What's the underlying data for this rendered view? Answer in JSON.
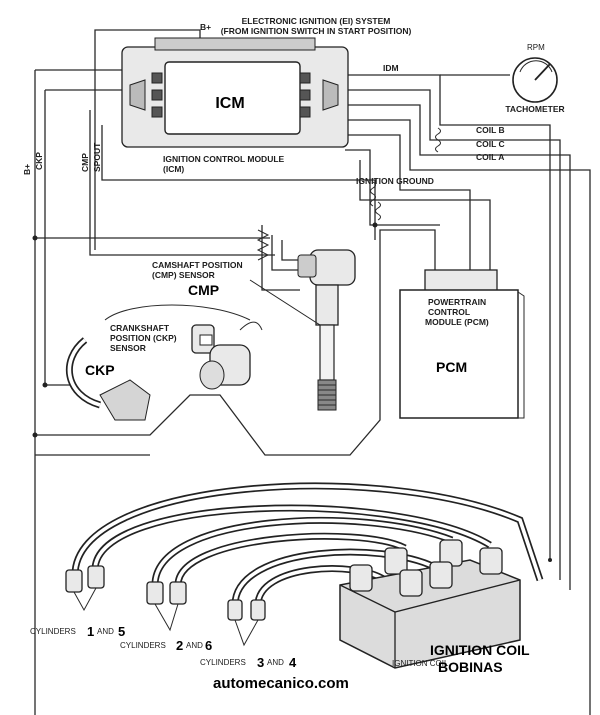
{
  "title": {
    "line1": "ELECTRONIC IGNITION (EI) SYSTEM",
    "line2": "(FROM IGNITION SWITCH IN START POSITION)"
  },
  "wires": {
    "bplus_top": "B+",
    "bplus_left": "B+",
    "ckp": "CKP",
    "cmp": "CMP",
    "spout": "SPOUT",
    "idm": "IDM",
    "coil_b": "COIL B",
    "coil_c": "COIL C",
    "coil_a": "COIL A",
    "ignition_ground": "IGNITION GROUND"
  },
  "tachometer": {
    "rpm": "RPM",
    "label": "TACHOMETER"
  },
  "icm": {
    "tag": "ICM",
    "caption_line1": "IGNITION CONTROL MODULE",
    "caption_line2": "(ICM)"
  },
  "cmp_sensor": {
    "caption_line1": "CAMSHAFT POSITION",
    "caption_line2": "(CMP) SENSOR",
    "tag": "CMP"
  },
  "ckp_sensor": {
    "caption_line1": "CRANKSHAFT",
    "caption_line2": "POSITION (CKP)",
    "caption_line3": "SENSOR",
    "tag": "CKP"
  },
  "pcm": {
    "caption_line1": "POWERTRAIN",
    "caption_line2": "CONTROL",
    "caption_line3": "MODULE (PCM)",
    "tag": "PCM"
  },
  "cylinders": {
    "group1": {
      "word": "CYLINDERS",
      "a": "1",
      "and": "AND",
      "b": "5"
    },
    "group2": {
      "word": "CYLINDERS",
      "a": "2",
      "and": "AND",
      "b": "6"
    },
    "group3": {
      "word": "CYLINDERS",
      "a": "3",
      "and": "AND",
      "b": "4"
    }
  },
  "coil": {
    "caption": "IGNITION COIL",
    "tag_line1": "IGNITION COIL",
    "tag_line2": "BOBINAS"
  },
  "watermark": "automecanico.com"
}
